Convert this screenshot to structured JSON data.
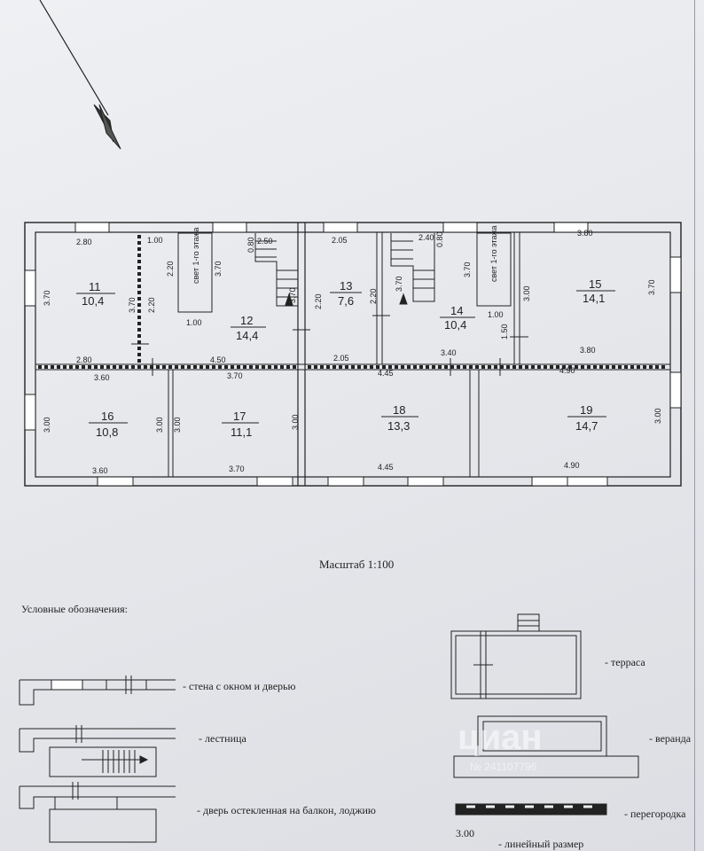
{
  "plan": {
    "rooms": [
      {
        "id": "11",
        "number": "11",
        "area": "10,4"
      },
      {
        "id": "12",
        "number": "12",
        "area": "14,4"
      },
      {
        "id": "13",
        "number": "13",
        "area": "7,6"
      },
      {
        "id": "14",
        "number": "14",
        "area": "10,4"
      },
      {
        "id": "15",
        "number": "15",
        "area": "14,1"
      },
      {
        "id": "16",
        "number": "16",
        "area": "10,8"
      },
      {
        "id": "17",
        "number": "17",
        "area": "11,1"
      },
      {
        "id": "18",
        "number": "18",
        "area": "13,3"
      },
      {
        "id": "19",
        "number": "19",
        "area": "14,7"
      }
    ],
    "dimensions": [
      "2.80",
      "1.00",
      "2.50",
      "0.80",
      "2.05",
      "2.40",
      "0.80",
      "3.80",
      "3.70",
      "3.70",
      "2.20",
      "2.20",
      "1.00",
      "3.70",
      "3.70",
      "2.20",
      "2.20",
      "1.00",
      "3.70",
      "3.70",
      "1.50",
      "2.80",
      "4.50",
      "2.05",
      "3.40",
      "3.80",
      "3.60",
      "3.70",
      "4.45",
      "4.90",
      "3.00",
      "3.00",
      "3.00",
      "3.00",
      "3.00",
      "3.00",
      "3.60",
      "3.70",
      "4.45",
      "4.90",
      "3.70"
    ],
    "light_label": "свет 1-го этажа"
  },
  "scale_label": "Масштаб 1:100",
  "legend": {
    "title": "Условные обозначения:",
    "items": {
      "wall": "- стена с окном и дверью",
      "stairs": "- лестница",
      "balcony_door": "- дверь остекленная на балкон, лоджию",
      "terrace": "- терраса",
      "veranda": "- веранда",
      "partition": "- перегородка",
      "dimension": "3.00",
      "dimension_text": "- линейный размер"
    }
  },
  "watermark": {
    "brand": "циан",
    "id": "№ 241107796"
  }
}
